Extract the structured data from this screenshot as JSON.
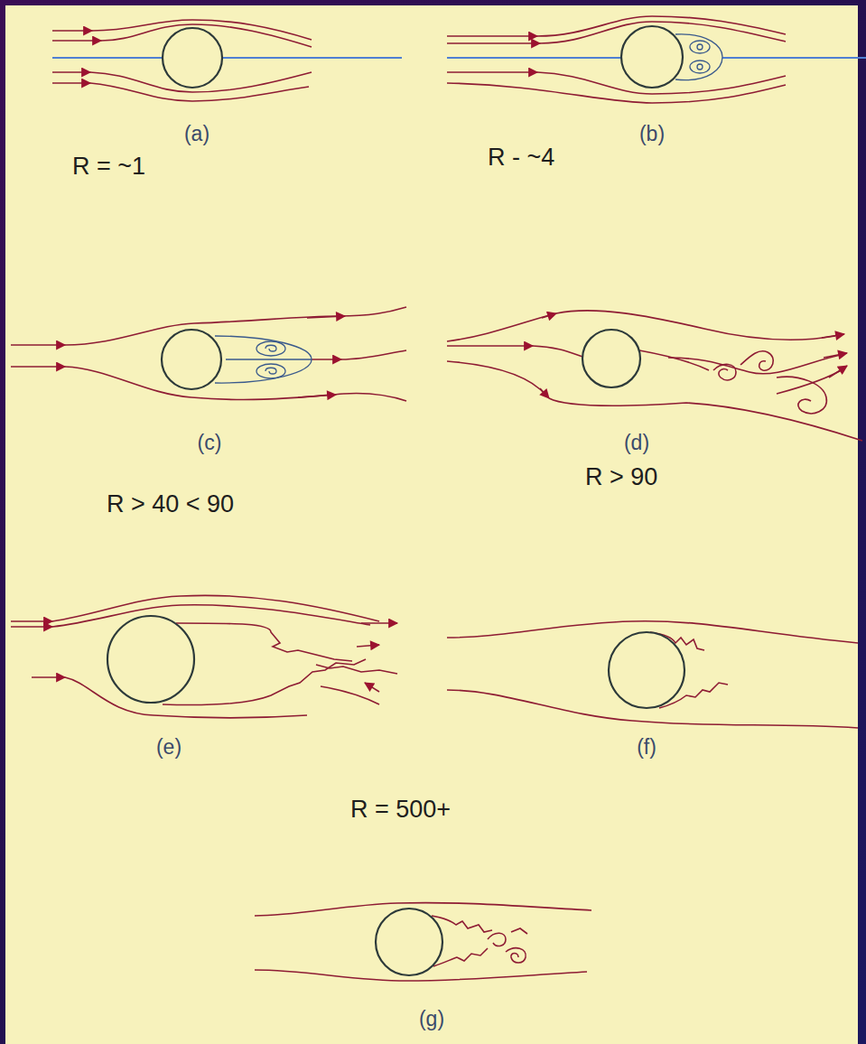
{
  "diagram": {
    "labels": [
      "(a)",
      "(b)",
      "R = ~1",
      "R - ~4",
      "(c)",
      "(d)",
      "R > 40 < 90",
      "R > 90",
      "(e)",
      "(f)",
      "R = 500+",
      "(g)"
    ]
  }
}
